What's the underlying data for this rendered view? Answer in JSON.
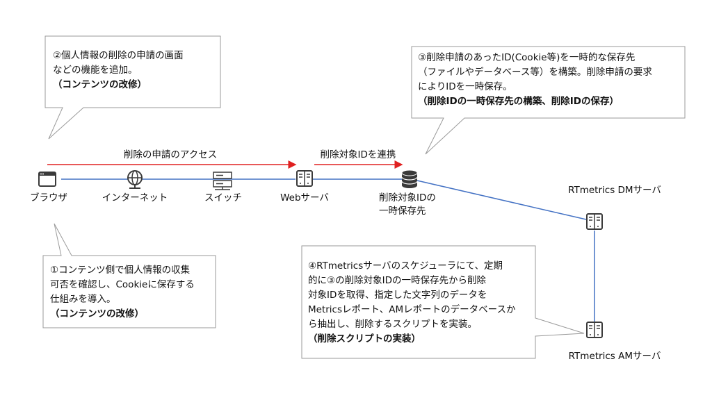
{
  "callouts": {
    "top_left": {
      "lines": [
        "②個人情報の削除の申請の画面",
        "などの機能を追加。"
      ],
      "bold": "（コンテンツの改修）"
    },
    "top_right": {
      "lines": [
        "③削除申請のあったID(Cookie等)を一時的な保存先",
        "（ファイルやデータベース等）を構築。削除申請の要求",
        "によりIDを一時保存。"
      ],
      "bold": "（削除IDの一時保存先の構築、削除IDの保存）"
    },
    "bottom_left": {
      "lines": [
        "①コンテンツ側で個人情報の収集",
        "可否を確認し、Cookieに保存する",
        "仕組みを導入。"
      ],
      "bold": "（コンテンツの改修）"
    },
    "bottom_right": {
      "lines": [
        "④RTmetricsサーバのスケジューラにて、定期",
        "的に③の削除対象IDの一時保存先から削除",
        "対象IDを取得、指定した文字列のデータを",
        "Metricsレポート、AMレポートのデータベースか",
        "ら抽出し、削除するスクリプトを実装。"
      ],
      "bold": "（削除スクリプトの実装）"
    }
  },
  "arrows": {
    "access": "削除の申請のアクセス",
    "link": "削除対象IDを連携"
  },
  "nodes": {
    "browser": "ブラウザ",
    "internet": "インターネット",
    "switch": "スイッチ",
    "web_server": "Webサーバ",
    "storage_line1": "削除対象IDの",
    "storage_line2": "一時保存先",
    "dm_server": "RTmetrics  DMサーバ",
    "am_server": "RTmetrics  AMサーバ"
  },
  "colors": {
    "arrow": "#e02020",
    "link_line": "#4472c4",
    "icon": "#3a3a3a",
    "callout_border": "#9a9a9a"
  }
}
